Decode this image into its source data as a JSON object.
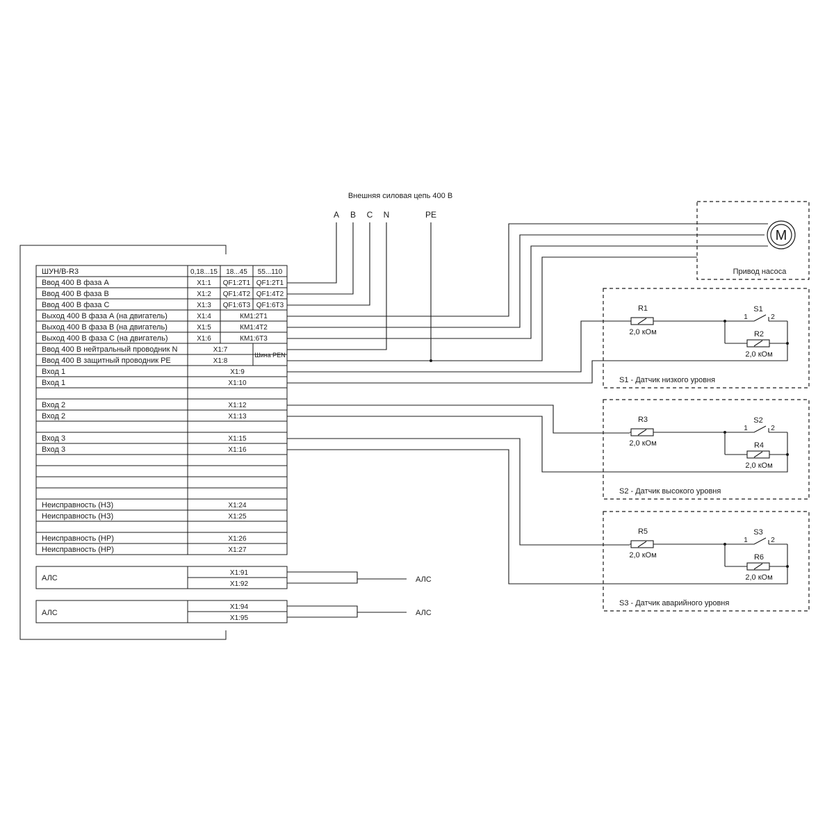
{
  "power_title": "Внешняя силовая цепь 400 В",
  "bus_labels": [
    "A",
    "B",
    "C",
    "N",
    "PE"
  ],
  "panel": {
    "model": "ШУН/В-R3",
    "col_heads": [
      "0,18...15",
      "18...45",
      "55...110"
    ],
    "pen_bus": "Шина PEN",
    "rows": [
      {
        "label": "Ввод 400 В фаза А",
        "c1": "X1:1",
        "c2": "QF1:2T1",
        "c3": "QF1:2T1"
      },
      {
        "label": "Ввод 400 В фаза В",
        "c1": "X1:2",
        "c2": "QF1:4T2",
        "c3": "QF1:4T2"
      },
      {
        "label": "Ввод 400 В фаза С",
        "c1": "X1:3",
        "c2": "QF1:6T3",
        "c3": "QF1:6T3"
      },
      {
        "label": "Выход 400 В фаза А (на двигатель)",
        "c1": "X1:4",
        "c23": "КМ1:2Т1"
      },
      {
        "label": "Выход 400 В фаза В (на двигатель)",
        "c1": "X1:5",
        "c23": "КМ1:4Т2"
      },
      {
        "label": "Выход 400 В фаза С (на двигатель)",
        "c1": "X1:6",
        "c23": "КМ1:6Т3"
      },
      {
        "label": "Ввод 400 В нейтральный проводник N",
        "c12": "X1:7"
      },
      {
        "label": "Ввод 400 В защитный проводник PE",
        "c12": "X1:8"
      },
      {
        "label": "Вход 1",
        "c": "X1:9"
      },
      {
        "label": "Вход 1",
        "c": "X1:10"
      },
      {
        "label": "",
        "c": ""
      },
      {
        "label": "Вход 2",
        "c": "X1:12"
      },
      {
        "label": "Вход 2",
        "c": "X1:13"
      },
      {
        "label": "",
        "c": ""
      },
      {
        "label": "Вход 3",
        "c": "X1:15"
      },
      {
        "label": "Вход 3",
        "c": "X1:16"
      },
      {
        "label": "",
        "c": ""
      },
      {
        "label": "",
        "c": ""
      },
      {
        "label": "",
        "c": ""
      },
      {
        "label": "",
        "c": ""
      },
      {
        "label": "Неисправность (НЗ)",
        "c": "X1:24"
      },
      {
        "label": "Неисправность (НЗ)",
        "c": "X1:25"
      },
      {
        "label": "",
        "c": ""
      },
      {
        "label": "Неисправность (НР)",
        "c": "X1:26"
      },
      {
        "label": "Неисправность (НР)",
        "c": "X1:27"
      }
    ]
  },
  "als": [
    {
      "label": "АЛС",
      "t1": "X1:91",
      "t2": "X1:92",
      "out": "АЛС"
    },
    {
      "label": "АЛС",
      "t1": "X1:94",
      "t2": "X1:95",
      "out": "АЛС"
    }
  ],
  "motor": {
    "label": "Привод насоса",
    "symbol": "M"
  },
  "sensors": [
    {
      "caption": "S1 - Датчик низкого уровня",
      "r_a": "R1",
      "r_a_val": "2,0 кОм",
      "r_b": "R2",
      "r_b_val": "2,0 кОм",
      "switch": "S1",
      "pin1": "1",
      "pin2": "2"
    },
    {
      "caption": "S2 - Датчик высокого уровня",
      "r_a": "R3",
      "r_a_val": "2,0 кОм",
      "r_b": "R4",
      "r_b_val": "2,0 кОм",
      "switch": "S2",
      "pin1": "1",
      "pin2": "2"
    },
    {
      "caption": "S3 - Датчик аварийного уровня",
      "r_a": "R5",
      "r_a_val": "2,0 кОм",
      "r_b": "R6",
      "r_b_val": "2,0 кОм",
      "switch": "S3",
      "pin1": "1",
      "pin2": "2"
    }
  ]
}
